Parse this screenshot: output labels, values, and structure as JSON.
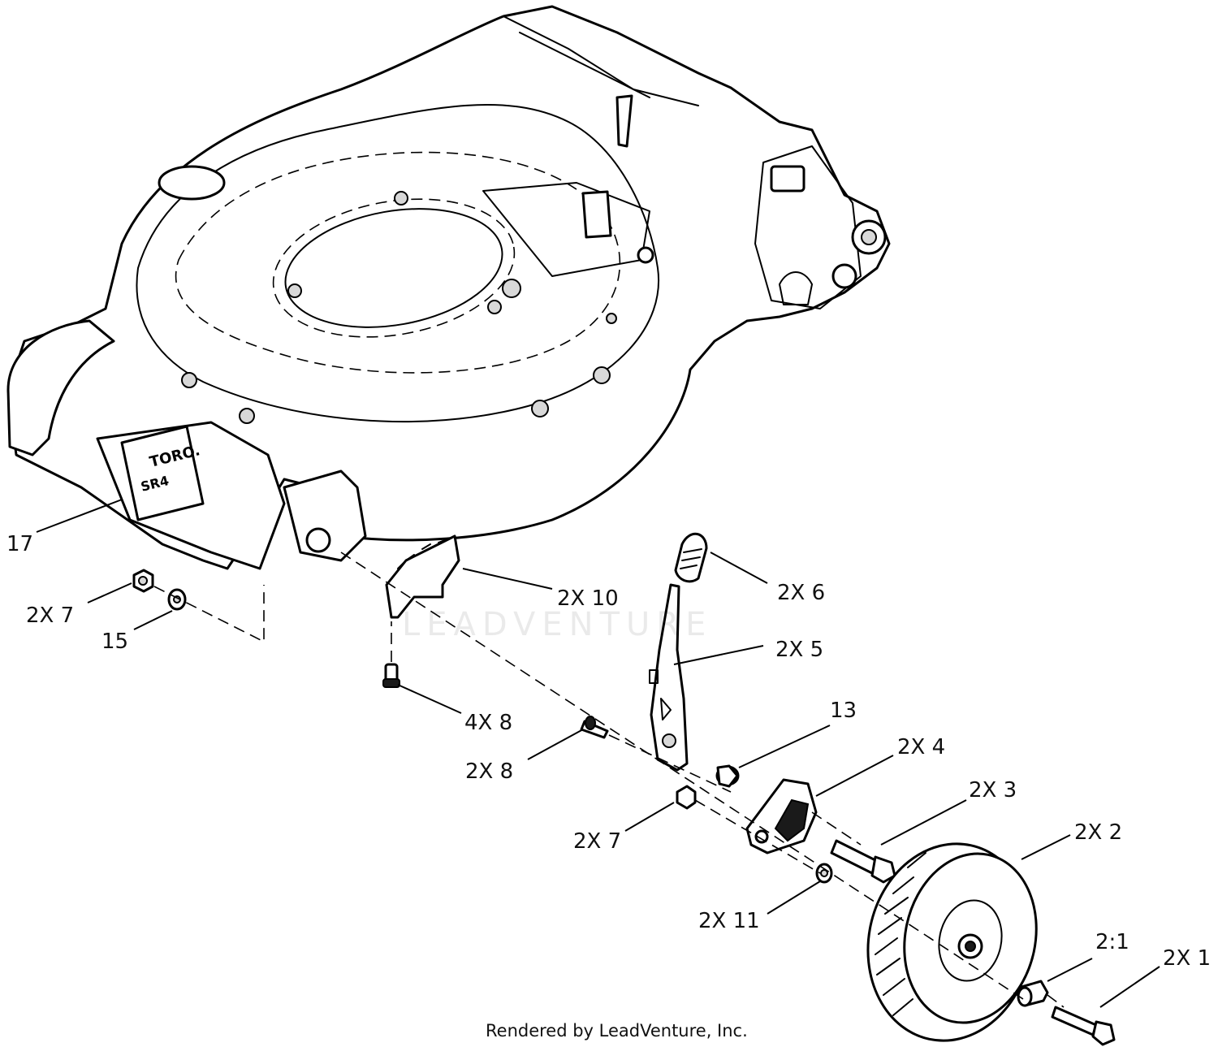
{
  "callouts": {
    "c17": "17",
    "c2x7_left": "2X 7",
    "c15": "15",
    "c2x10": "2X 10",
    "c4x8": "4X 8",
    "c2x6": "2X 6",
    "c2x5": "2X 5",
    "c13": "13",
    "c2x8": "2X 8",
    "c2x4": "2X 4",
    "c2x3": "2X 3",
    "c2x7_right": "2X 7",
    "c2x2": "2X 2",
    "c2x11": "2X 11",
    "c2_1": "2:1",
    "c2x1": "2X 1"
  },
  "footer": "Rendered by LeadVenture, Inc.",
  "watermark": "LEADVENTURE"
}
